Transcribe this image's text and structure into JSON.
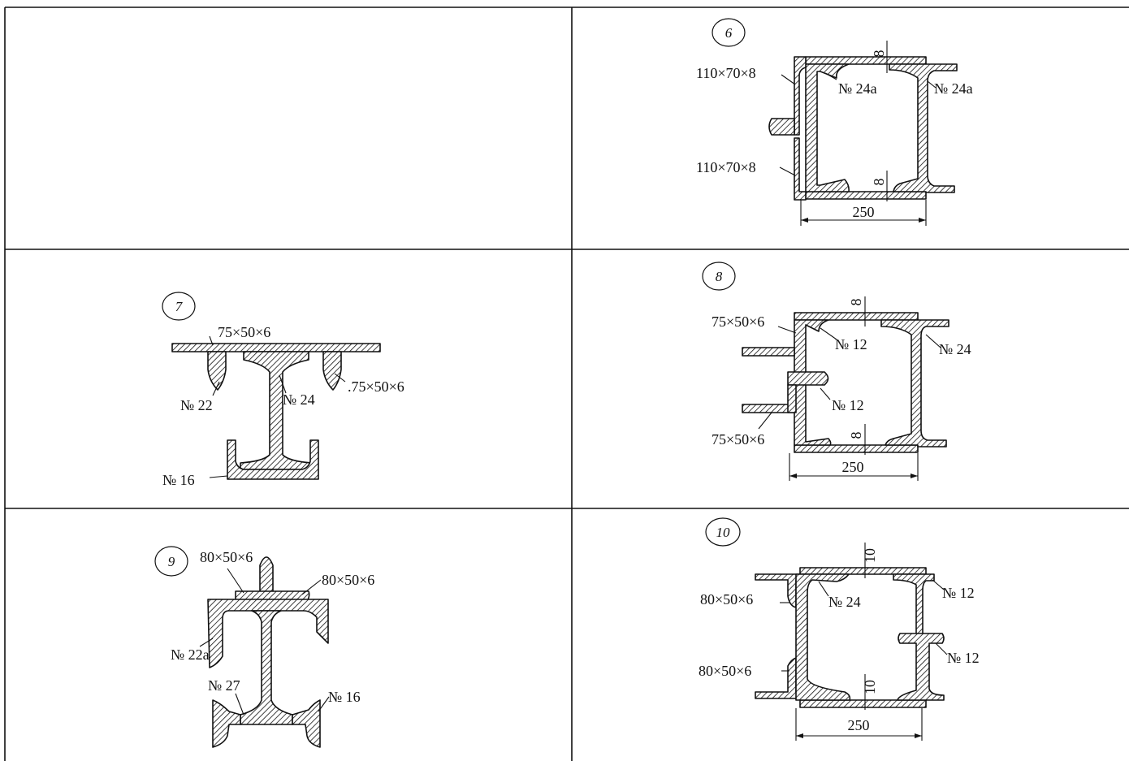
{
  "cells": {
    "c6": {
      "number": "6",
      "angle_top": "110×70×8",
      "angle_bottom": "110×70×8",
      "channel_left": "№ 24a",
      "channel_right": "№ 24a",
      "plate_top": "8",
      "plate_bottom": "8",
      "width": "250"
    },
    "c7": {
      "number": "7",
      "angle_left": "75×50×6",
      "angle_right": ".75×50×6",
      "channel_top": "№ 22",
      "ibeam": "№ 24",
      "channel_bottom": "№ 16"
    },
    "c8": {
      "number": "8",
      "angle_top": "75×50×6",
      "angle_bottom": "75×50×6",
      "channel_top": "№ 12",
      "channel_mid": "№ 12",
      "ibeam": "№ 24",
      "plate_top": "8",
      "plate_bottom": "8",
      "width": "250"
    },
    "c9": {
      "number": "9",
      "angle_left": "80×50×6",
      "angle_right": "80×50×6",
      "channel_top": "№ 22a",
      "ibeam": "№ 27",
      "channel_bottom": "№ 16"
    },
    "c10": {
      "number": "10",
      "angle_top": "80×50×6",
      "angle_bottom": "80×50×6",
      "ibeam": "№ 24",
      "channel_top": "№ 12",
      "channel_mid": "№ 12",
      "plate_top": "10",
      "plate_bottom": "10",
      "width": "250"
    }
  }
}
